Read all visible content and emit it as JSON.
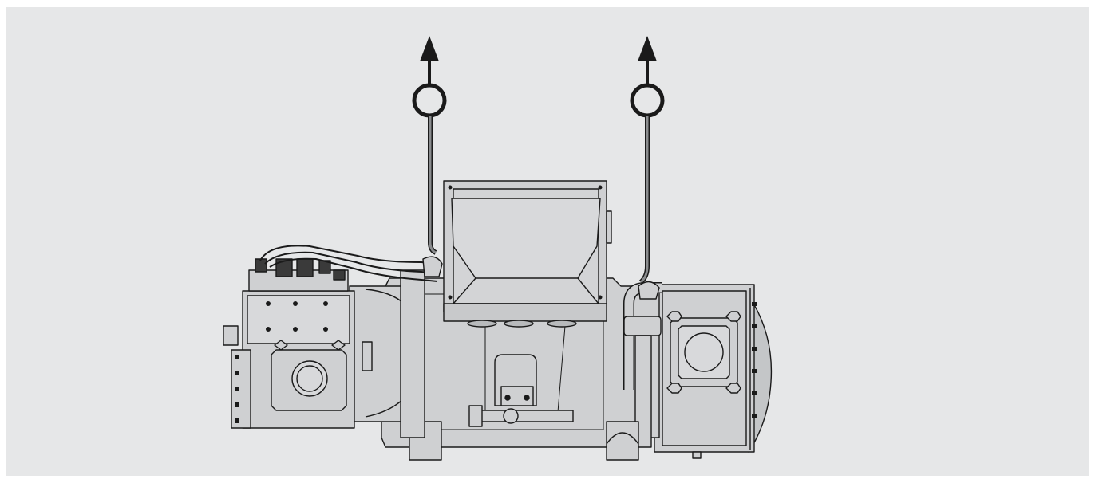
{
  "figure": {
    "background_color": "#e6e7e8",
    "machine_fill": "#cfd0d2",
    "machine_shadow": "#b3b5b8",
    "line_color": "#1a1a1a",
    "rope_color": "#8a8c8e",
    "hooks": [
      {
        "id": "left",
        "direction": "up"
      },
      {
        "id": "right",
        "direction": "up"
      }
    ]
  }
}
